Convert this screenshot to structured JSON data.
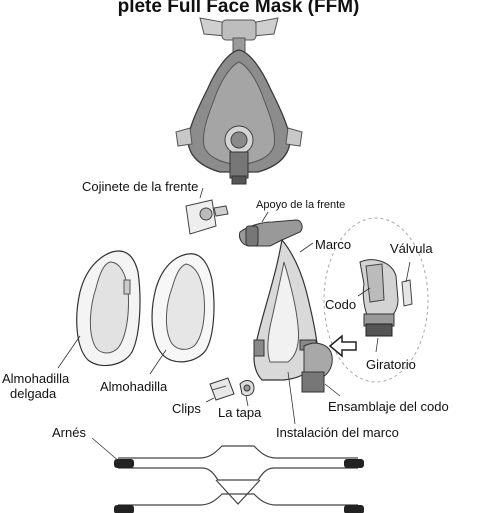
{
  "title": "plete Full Face Mask (FFM)",
  "labels": {
    "forehead_cushion": "Cojinete de la frente",
    "forehead_support": "Apoyo de la frente",
    "frame": "Marco",
    "valve": "Válvula",
    "elbow": "Codo",
    "swivel": "Giratorio",
    "thin_cushion_line1": "Almohadilla",
    "thin_cushion_line2": "delgada",
    "cushion": "Almohadilla",
    "clips": "Clips",
    "cap": "La tapa",
    "elbow_assembly": "Ensamblaje del codo",
    "frame_install": "Instalación del marco",
    "headgear": "Arnés"
  },
  "colors": {
    "line": "#333333",
    "mask_fill": "#8f8f8f",
    "light_fill": "#e9e9e9",
    "dark": "#222222"
  }
}
